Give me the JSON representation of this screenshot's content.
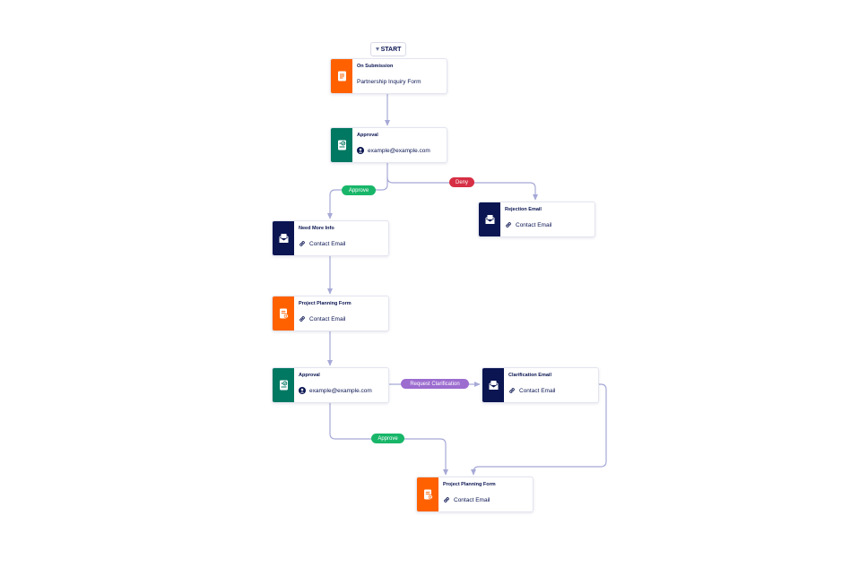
{
  "start_label": "START",
  "nodes": {
    "on_submission": {
      "title": "On Submission",
      "subtitle": "Partnership Inquiry Form"
    },
    "approval_1": {
      "title": "Approval",
      "subtitle": "example@example.com"
    },
    "rejection_email": {
      "title": "Rejection Email",
      "subtitle": "Contact Email"
    },
    "need_more_info": {
      "title": "Need More Info",
      "subtitle": "Contact Email"
    },
    "project_planning_form_1": {
      "title": "Project Planning Form",
      "subtitle": "Contact Email"
    },
    "approval_2": {
      "title": "Approval",
      "subtitle": "example@example.com"
    },
    "clarification_email": {
      "title": "Clarification Email",
      "subtitle": "Contact Email"
    },
    "project_planning_form_2": {
      "title": "Project Planning Form",
      "subtitle": "Contact Email"
    }
  },
  "edge_labels": {
    "approve_1": "Approve",
    "deny": "Deny",
    "request_clarification": "Request Clarification",
    "approve_2": "Approve"
  },
  "colors": {
    "form": "#ff6100",
    "approval": "#007862",
    "email": "#0a1551",
    "approve": "#18b669",
    "deny": "#d62e44",
    "clarification": "#9c6ccf",
    "connector": "#a6a9d6"
  }
}
